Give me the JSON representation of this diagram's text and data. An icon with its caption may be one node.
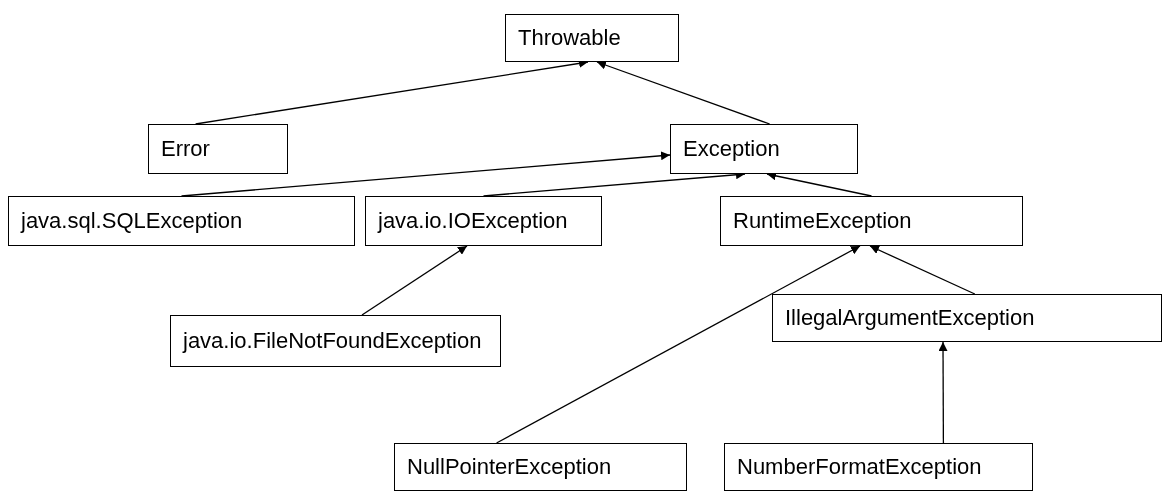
{
  "diagram": {
    "nodes": [
      {
        "text": [
          "Throwable"
        ]
      },
      {
        "text": [
          "Error"
        ]
      },
      {
        "text": [
          "Exception"
        ]
      },
      {
        "text": [
          "java.sql.SQLException"
        ]
      },
      {
        "text": [
          "java.io.IOException"
        ]
      },
      {
        "text": [
          "RuntimeException"
        ]
      },
      {
        "text": [
          "IllegalArgumentException"
        ]
      },
      {
        "text": [
          "java.io.FileNotFoundException"
        ]
      },
      {
        "text": [
          "NullPointerException"
        ]
      },
      {
        "text": [
          "NumberFormatException"
        ]
      }
    ],
    "edges": [
      {
        "from": 1,
        "to": 0,
        "arrow": "to"
      },
      {
        "from": 2,
        "to": 0,
        "arrow": "to"
      },
      {
        "from": 3,
        "to": 2,
        "arrow": "to"
      },
      {
        "from": 4,
        "to": 2,
        "arrow": "to"
      },
      {
        "from": 5,
        "to": 2,
        "arrow": "to"
      },
      {
        "from": 7,
        "to": 4,
        "arrow": "to"
      },
      {
        "from": 8,
        "to": 5,
        "arrow": "to"
      },
      {
        "from": 6,
        "to": 5,
        "arrow": "to"
      },
      {
        "from": 9,
        "to": 6,
        "arrow": "to"
      }
    ]
  }
}
